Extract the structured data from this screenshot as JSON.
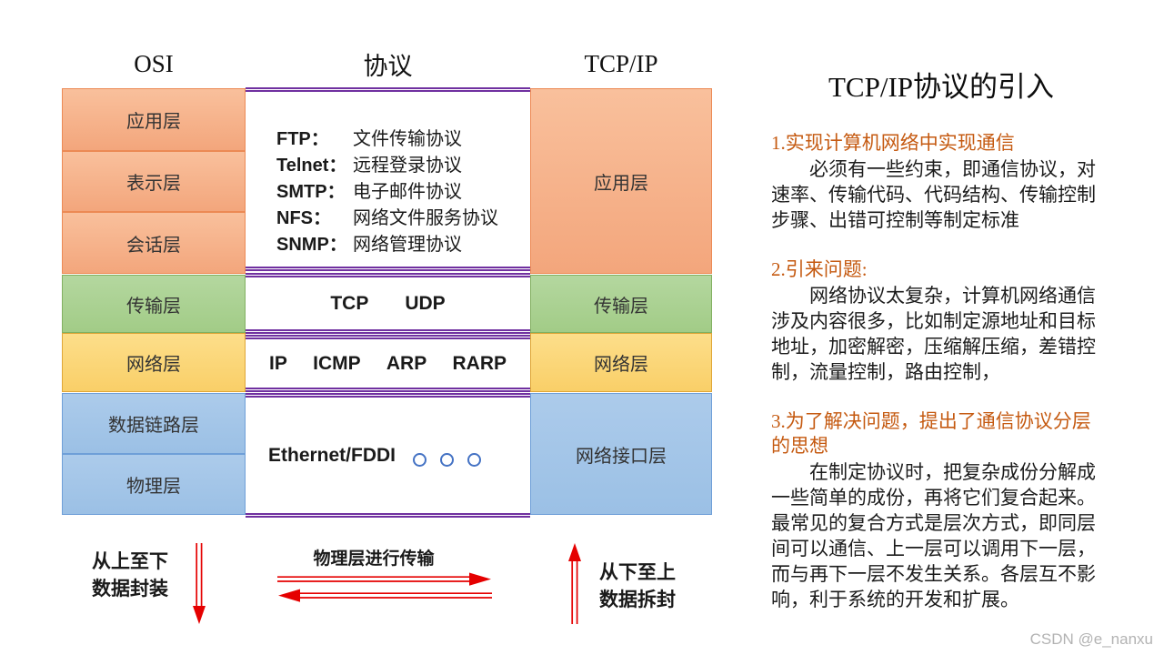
{
  "palette": {
    "orange_fill": "#F5AC84",
    "orange_border": "#EC8A55",
    "green_fill": "#A9D18E",
    "green_border": "#82B061",
    "yellow_fill": "#FBD876",
    "yellow_border": "#DFA637",
    "blue_fill": "#A0C4E8",
    "blue_border": "#6F9FD8",
    "purple_divider": "#7030A0",
    "arrow_red": "#E50000",
    "heading_orange": "#C55A11",
    "circle_blue": "#4472C4",
    "watermark_gray": "#B3B3B3"
  },
  "headers": {
    "osi": "OSI",
    "protocol": "协议",
    "tcpip": "TCP/IP"
  },
  "osi": {
    "layers": [
      {
        "label": "应用层"
      },
      {
        "label": "表示层"
      },
      {
        "label": "会话层"
      },
      {
        "label": "传输层"
      },
      {
        "label": "网络层"
      },
      {
        "label": "数据链路层"
      },
      {
        "label": "物理层"
      }
    ]
  },
  "tcpip": {
    "layers": [
      {
        "label": "应用层"
      },
      {
        "label": "传输层"
      },
      {
        "label": "网络层"
      },
      {
        "label": "网络接口层"
      }
    ]
  },
  "protocols": {
    "application": [
      {
        "abbr": "FTP：",
        "desc": "文件传输协议"
      },
      {
        "abbr": "Telnet：",
        "desc": "远程登录协议"
      },
      {
        "abbr": "SMTP：",
        "desc": "电子邮件协议"
      },
      {
        "abbr": "NFS：",
        "desc": "网络文件服务协议"
      },
      {
        "abbr": "SNMP：",
        "desc": "网络管理协议"
      }
    ],
    "transport": {
      "0": "TCP",
      "1": "UDP"
    },
    "network": {
      "0": "IP",
      "1": "ICMP",
      "2": "ARP",
      "3": "RARP"
    },
    "link": "Ethernet/FDDI"
  },
  "bottom": {
    "left_line1": "从上至下",
    "left_line2": "数据封装",
    "middle_caption": "物理层进行传输",
    "right_line1": "从下至上",
    "right_line2": "数据拆封"
  },
  "panel": {
    "title": "TCP/IP协议的引入",
    "sections": [
      {
        "heading": "1.实现计算机网络中实现通信",
        "body": "必须有一些约束，即通信协议，对速率、传输代码、代码结构、传输控制步骤、出错可控制等制定标准"
      },
      {
        "heading": "2.引来问题:",
        "body": "网络协议太复杂，计算机网络通信涉及内容很多，比如制定源地址和目标地址，加密解密，压缩解压缩，差错控制，流量控制，路由控制，"
      },
      {
        "heading": "3.为了解决问题，提出了通信协议分层的思想",
        "body": "在制定协议时，把复杂成份分解成一些简单的成份，再将它们复合起来。最常见的复合方式是层次方式，即同层间可以通信、上一层可以调用下一层，而与再下一层不发生关系。各层互不影响，利于系统的开发和扩展。"
      }
    ]
  },
  "watermark": "CSDN @e_nanxu"
}
